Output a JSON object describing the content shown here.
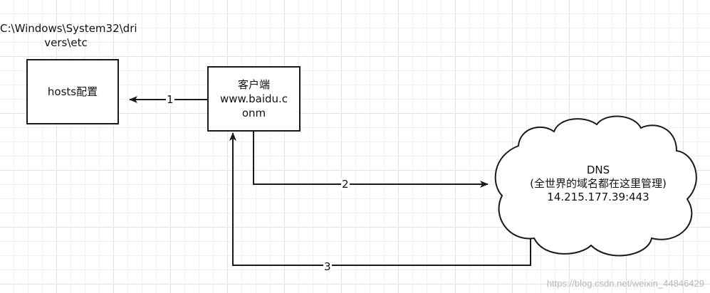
{
  "path_label": {
    "line1": "C:\\Windows\\System32\\dri",
    "line2": "vers\\etc"
  },
  "hosts_box": {
    "label": "hosts配置"
  },
  "client_box": {
    "line1": "客户端",
    "line2": "www.baidu.c",
    "line3": "onm"
  },
  "dns_cloud": {
    "line1": "DNS",
    "line2": "(全世界的域名都在这里管理)",
    "line3": "14.215.177.39:443"
  },
  "edges": [
    {
      "label": "1"
    },
    {
      "label": "2"
    },
    {
      "label": "3"
    }
  ],
  "watermark": "https://blog.csdn.net/weixin_44846429",
  "colors": {
    "stroke": "#1a1a1a",
    "grid": "#e3e3e3"
  }
}
